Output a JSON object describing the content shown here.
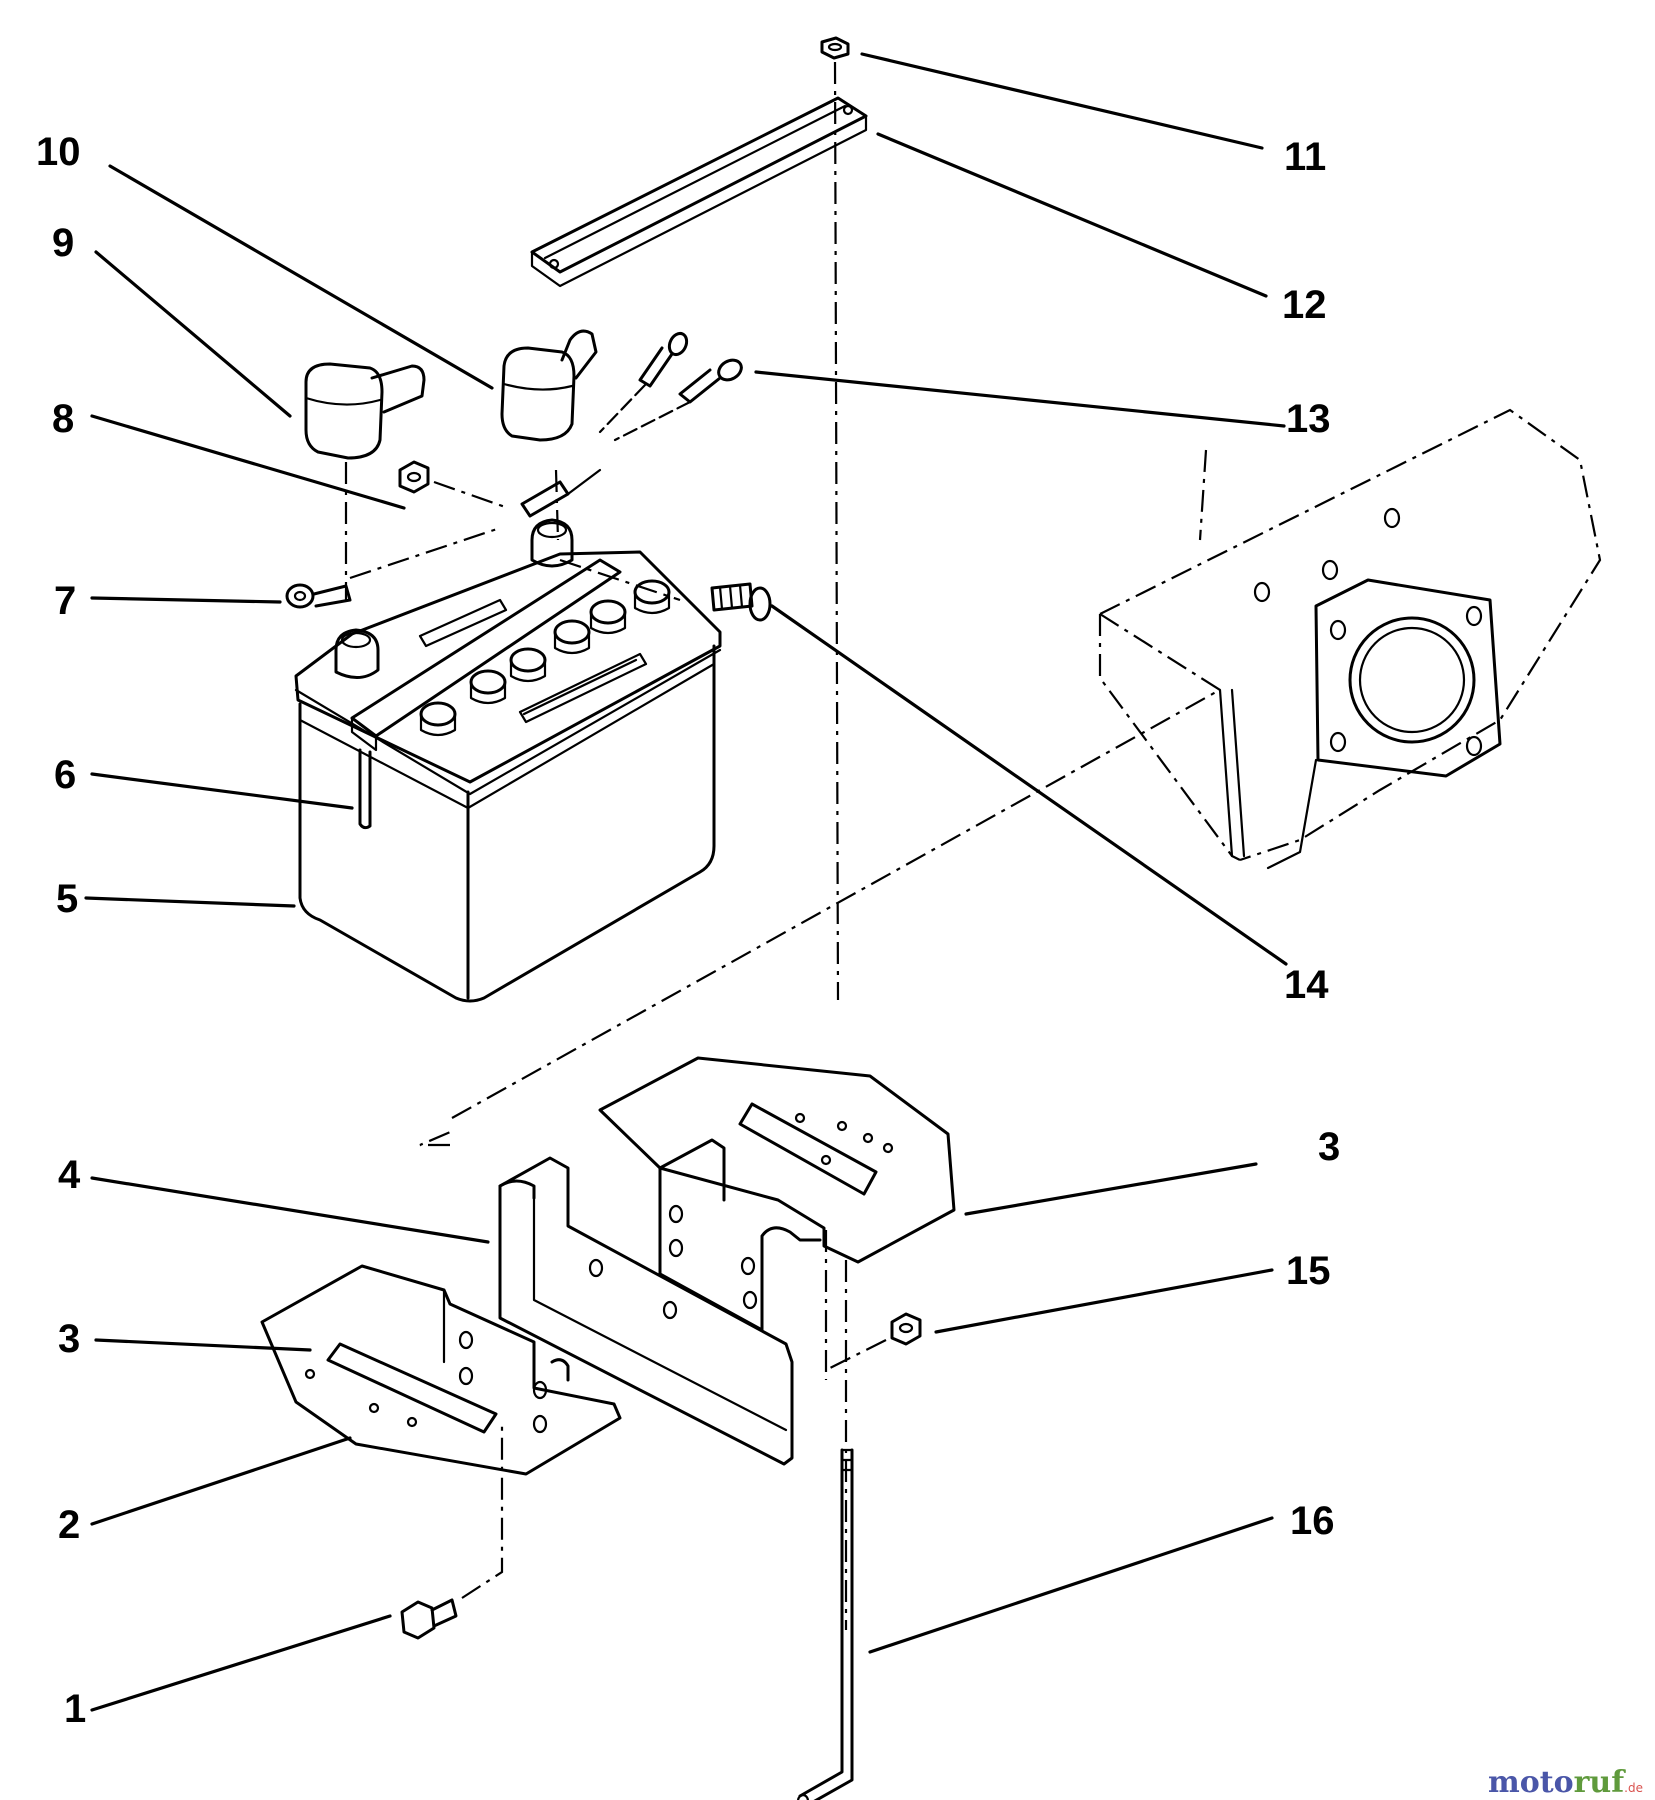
{
  "callouts": {
    "c1": "1",
    "c2": "2",
    "c3a": "3",
    "c3b": "3",
    "c4": "4",
    "c5": "5",
    "c6": "6",
    "c7": "7",
    "c8": "8",
    "c9": "9",
    "c10": "10",
    "c11": "11",
    "c12": "12",
    "c13": "13",
    "c14": "14",
    "c15": "15",
    "c16": "16"
  },
  "watermark": {
    "main_a": "moto",
    "main_b": "ruf",
    "suffix": ".de"
  },
  "colors": {
    "line": "#000000",
    "background": "#ffffff",
    "watermark_blue": "#4a56a8",
    "watermark_green": "#5f9a3c"
  }
}
